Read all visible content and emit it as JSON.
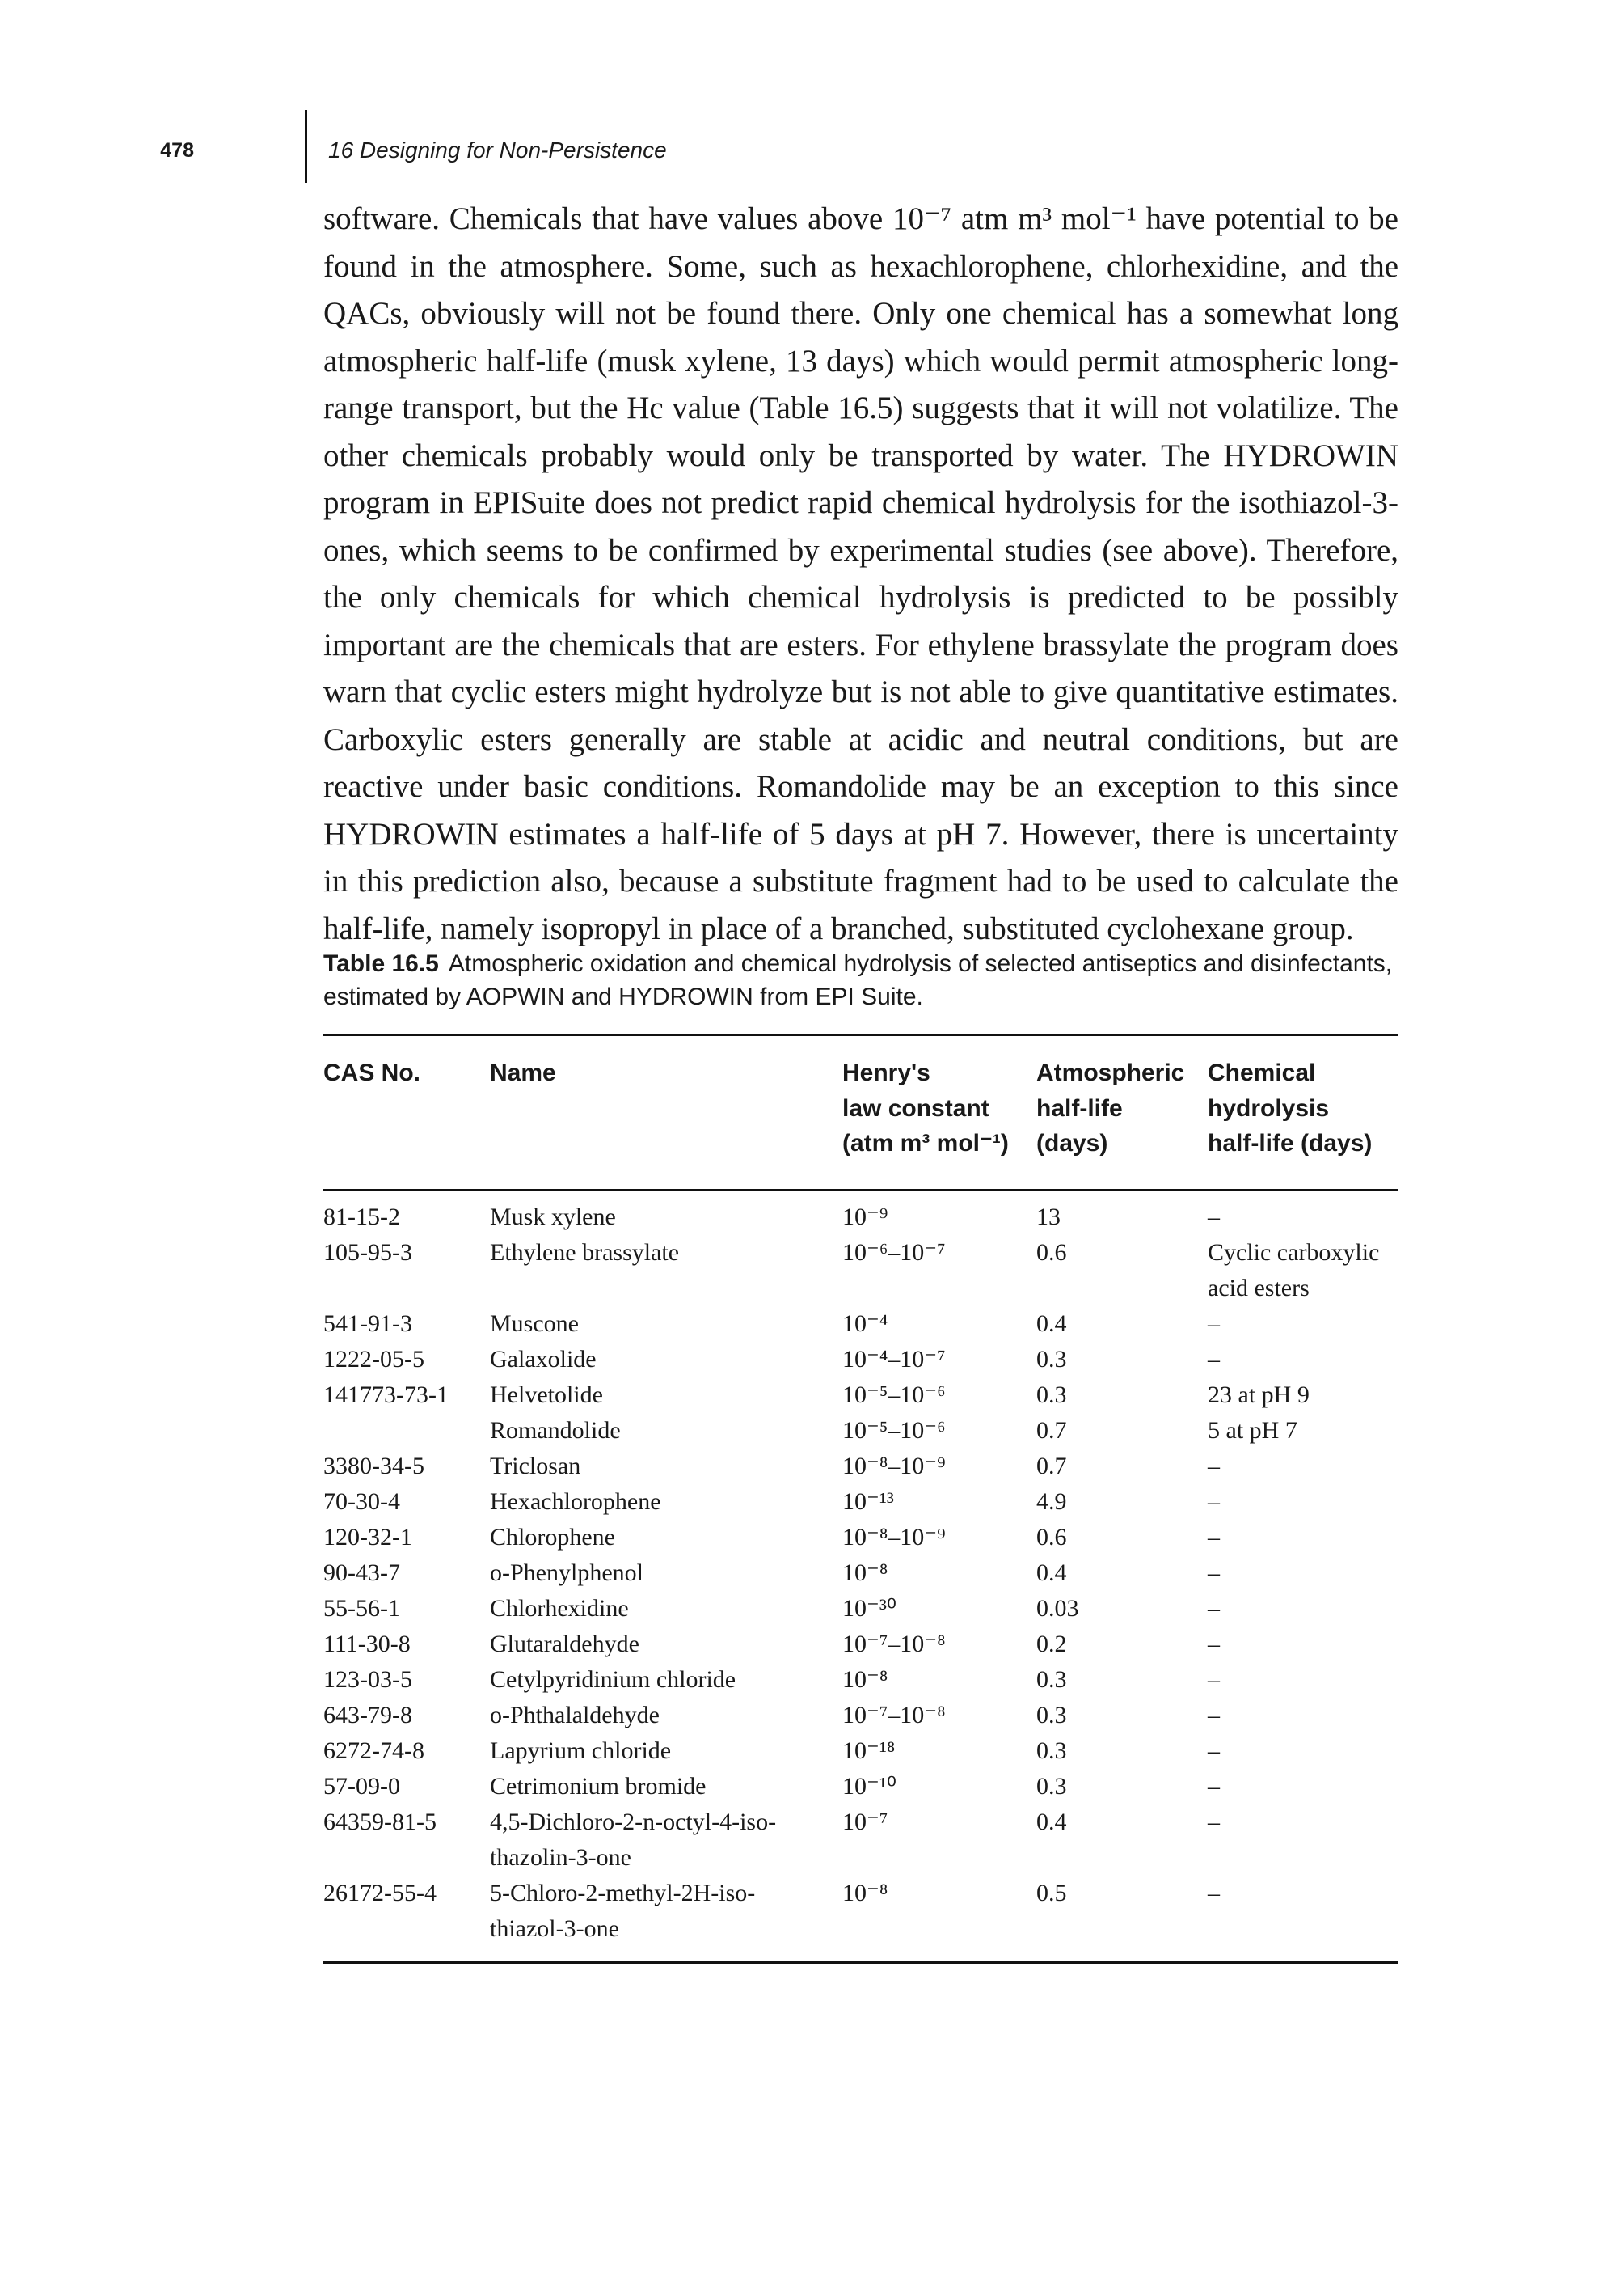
{
  "header": {
    "page_number": "478",
    "chapter_title": "16 Designing for Non-Persistence"
  },
  "paragraph": "software. Chemicals that have values above 10⁻⁷ atm m³ mol⁻¹ have potential to be found in the atmosphere. Some, such as hexachlorophene, chlorhexidine, and the QACs, obviously will not be found there. Only one chemical has a somewhat long atmospheric half-life (musk xylene, 13 days) which would permit atmospheric long-range transport, but the Hc value (Table 16.5) suggests that it will not volatilize. The other chemicals probably would only be transported by water. The HYDROWIN program in EPISuite does not predict rapid chemical hydrolysis for the isothiazol-3-ones, which seems to be confirmed by experimental studies (see above). Therefore, the only chemicals for which chemical hydrolysis is predicted to be possibly important are the chemicals that are esters. For ethylene brassylate the program does warn that cyclic esters might hydrolyze but is not able to give quantitative estimates. Carboxylic esters generally are stable at acidic and neutral conditions, but are reactive under basic conditions. Romandolide may be an exception to this since HYDROWIN estimates a half-life of 5 days at pH 7. However, there is uncertainty in this prediction also, because a substitute fragment had to be used to calculate the half-life, namely isopropyl in place of a branched, substituted cyclohexane group.",
  "table": {
    "caption_label": "Table 16.5",
    "caption_text": "Atmospheric oxidation and chemical hydrolysis of selected antiseptics and disinfectants, estimated by AOPWIN and HYDROWIN from EPI Suite.",
    "headers": {
      "cas": "CAS No.",
      "name": "Name",
      "henry_line1": "Henry's",
      "henry_line2": "law constant",
      "henry_unit": "(atm m³ mol⁻¹)",
      "atm": "Atmospheric\nhalf-life\n(days)",
      "hyd": "Chemical\nhydrolysis\nhalf-life (days)"
    },
    "rows": [
      {
        "cas": "81-15-2",
        "name": "Musk xylene",
        "henry": "10⁻⁹",
        "atm": "13",
        "hyd": "–"
      },
      {
        "cas": "105-95-3",
        "name": "Ethylene brassylate",
        "henry": "10⁻⁶–10⁻⁷",
        "atm": "0.6",
        "hyd": "Cyclic carboxylic\nacid esters"
      },
      {
        "cas": "541-91-3",
        "name": "Muscone",
        "henry": "10⁻⁴",
        "atm": "0.4",
        "hyd": "–"
      },
      {
        "cas": "1222-05-5",
        "name": "Galaxolide",
        "henry": "10⁻⁴–10⁻⁷",
        "atm": "0.3",
        "hyd": "–"
      },
      {
        "cas": "141773-73-1",
        "name": "Helvetolide",
        "henry": "10⁻⁵–10⁻⁶",
        "atm": "0.3",
        "hyd": "23 at pH 9"
      },
      {
        "cas": "",
        "name": "Romandolide",
        "henry": "10⁻⁵–10⁻⁶",
        "atm": "0.7",
        "hyd": "5 at pH 7"
      },
      {
        "cas": "3380-34-5",
        "name": "Triclosan",
        "henry": "10⁻⁸–10⁻⁹",
        "atm": "0.7",
        "hyd": "–"
      },
      {
        "cas": "70-30-4",
        "name": "Hexachlorophene",
        "henry": "10⁻¹³",
        "atm": "4.9",
        "hyd": "–"
      },
      {
        "cas": "120-32-1",
        "name": "Chlorophene",
        "henry": "10⁻⁸–10⁻⁹",
        "atm": "0.6",
        "hyd": "–"
      },
      {
        "cas": "90-43-7",
        "name": "o-Phenylphenol",
        "henry": "10⁻⁸",
        "atm": "0.4",
        "hyd": "–"
      },
      {
        "cas": "55-56-1",
        "name": "Chlorhexidine",
        "henry": "10⁻³⁰",
        "atm": "0.03",
        "hyd": "–"
      },
      {
        "cas": "111-30-8",
        "name": "Glutaraldehyde",
        "henry": "10⁻⁷–10⁻⁸",
        "atm": "0.2",
        "hyd": "–"
      },
      {
        "cas": "123-03-5",
        "name": "Cetylpyridinium chloride",
        "henry": "10⁻⁸",
        "atm": "0.3",
        "hyd": "–"
      },
      {
        "cas": "643-79-8",
        "name": "o-Phthalaldehyde",
        "henry": "10⁻⁷–10⁻⁸",
        "atm": "0.3",
        "hyd": "–"
      },
      {
        "cas": "6272-74-8",
        "name": "Lapyrium chloride",
        "henry": "10⁻¹⁸",
        "atm": "0.3",
        "hyd": "–"
      },
      {
        "cas": "57-09-0",
        "name": "Cetrimonium bromide",
        "henry": "10⁻¹⁰",
        "atm": "0.3",
        "hyd": "–"
      },
      {
        "cas": "64359-81-5",
        "name": "4,5-Dichloro-2-n-octyl-4-iso-\nthazolin-3-one",
        "henry": "10⁻⁷",
        "atm": "0.4",
        "hyd": "–"
      },
      {
        "cas": "26172-55-4",
        "name": "5-Chloro-2-methyl-2H-iso-\nthiazol-3-one",
        "henry": "10⁻⁸",
        "atm": "0.5",
        "hyd": "–"
      }
    ]
  }
}
